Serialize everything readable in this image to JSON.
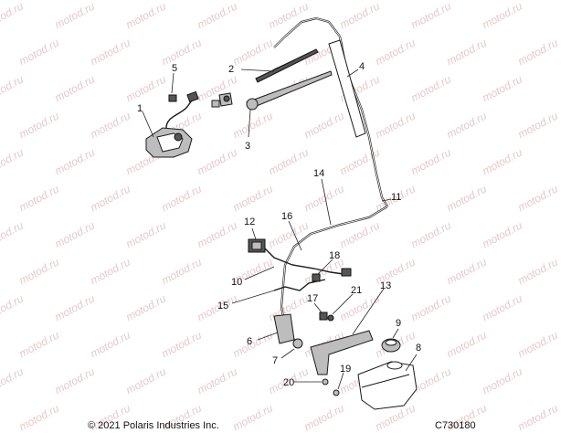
{
  "watermark": "motod.ru",
  "footer": {
    "copyright": "© 2021 Polaris Industries Inc.",
    "figure_code": "C730180"
  },
  "callouts": [
    "1",
    "2",
    "3",
    "4",
    "5",
    "6",
    "7",
    "8",
    "9",
    "10",
    "11",
    "12",
    "13",
    "14",
    "15",
    "16",
    "17",
    "18",
    "19",
    "20",
    "21"
  ]
}
